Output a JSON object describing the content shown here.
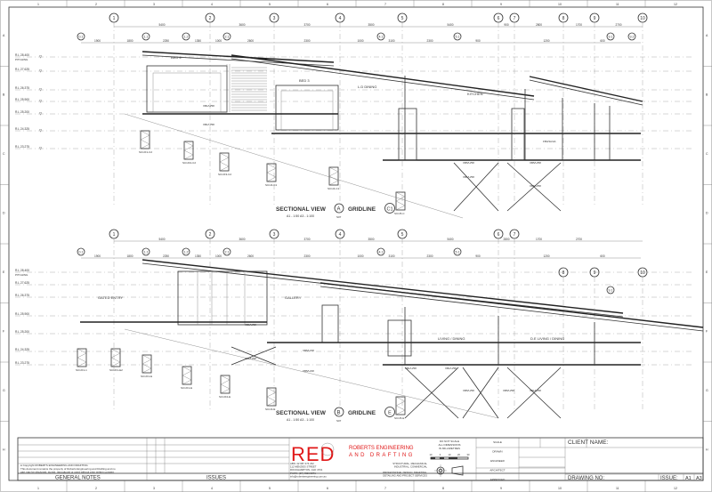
{
  "sheet": {
    "col_refs": [
      "1",
      "2",
      "3",
      "4",
      "5",
      "6",
      "7",
      "8",
      "9",
      "10",
      "11",
      "12"
    ],
    "row_refs": [
      "A",
      "B",
      "C",
      "D",
      "E",
      "F",
      "G",
      "H"
    ]
  },
  "levels": [
    {
      "label": "R.L 28.400",
      "sub": "PITCHING"
    },
    {
      "label": "R.L 27.625",
      "sub": ""
    },
    {
      "label": "R.L 26.375",
      "sub": ""
    },
    {
      "label": "R.L 25.900",
      "sub": ""
    },
    {
      "label": "R.L 25.200",
      "sub": ""
    },
    {
      "label": "R.L 24.325",
      "sub": ""
    },
    {
      "label": "R.L 23.275",
      "sub": ""
    }
  ],
  "section_a": {
    "title": "SECTIONAL VIEW",
    "view": "A",
    "gridline_label": "GRIDLINE",
    "gridline": "C1",
    "scale": "A1 - 1:50   A3 - 1:100",
    "sheet_ref": "S07",
    "grids": [
      "1",
      "2",
      "3",
      "4",
      "5",
      "6",
      "7",
      "8",
      "9",
      "10"
    ],
    "sub_grids": [
      "0.1",
      "1.1",
      "1.2",
      "2.1",
      "4.1",
      "5.1",
      "9.1",
      "9.2"
    ],
    "dims": [
      "5400",
      "3600",
      "3700",
      "3500",
      "5400",
      "900",
      "2800",
      "1700",
      "2700"
    ],
    "sub_dims": [
      "1900",
      "1800",
      "2250",
      "1350",
      "1000",
      "2600",
      "2300",
      "1000",
      "3100",
      "2300",
      "900",
      "1200",
      "600"
    ],
    "rooms": [
      "BED 4",
      "BED 3",
      "L.D DINING",
      "KITCHEN"
    ],
    "members": [
      "XB1/U/58",
      "XB1/U/58",
      "XB5/U/58",
      "XB1/U/58",
      "XB5/U/58",
      "XB5/U/58",
      "FB4/3A/4A"
    ],
    "piers": [
      "SC1/F1-C2",
      "SC1/F2-C2",
      "SC1/F3-C2",
      "SC1/4-C1",
      "SC1/4-C1",
      "SC1/5-C"
    ]
  },
  "section_b": {
    "title": "SECTIONAL VIEW",
    "view": "B",
    "gridline_label": "GRIDLINE",
    "gridline": "E",
    "scale": "A1 - 1:50   A3 - 1:100",
    "sheet_ref": "S07",
    "grids": [
      "1",
      "2",
      "3",
      "4",
      "5",
      "6",
      "7",
      "8",
      "9",
      "10"
    ],
    "sub_grids": [
      "0.1",
      "1.1",
      "1.2",
      "2.1",
      "4.1",
      "5.1",
      "9.1"
    ],
    "dims": [
      "5400",
      "3600",
      "3700",
      "3500",
      "5400",
      "2800",
      "1700",
      "2700"
    ],
    "sub_dims": [
      "1900",
      "1800",
      "2250",
      "1350",
      "1000",
      "2600",
      "2300",
      "1000",
      "3100",
      "2300",
      "900",
      "1200",
      "600"
    ],
    "rooms": [
      "GATED ENTRY",
      "GALLERY",
      "LIVING / DINING",
      "D.E LIVING / DINING"
    ],
    "members": [
      "XB1/U/58",
      "XB1/U/58",
      "XB5/U/28",
      "XB5/U/28",
      "XB1/U/58",
      "XB1/U/58",
      "XB5/U/58",
      "XB5/U/58",
      "XB1/U/58"
    ],
    "piers": [
      "SC1/F1-1",
      "SC1/F1-E2",
      "SC1/F1-E",
      "SC1/F1-E",
      "SC1/F2-E",
      "SC1/3-E",
      "SC1/5-E"
    ]
  },
  "title_block": {
    "copyright_line1": "● Copyright ROBERTS ENGINEERING AND DRAFTING",
    "copyright_line2": "This document remains the property of Roberts Engineering and Drafting and no",
    "copyright_line3": "part may be disclosed, stored, reproduced or used without prior written consent",
    "general_notes": "GENERAL NOTES",
    "issues": "ISSUES",
    "logo_text": "RED",
    "company_line1": "ROBERTS ENGINEERING",
    "company_line2": "AND DRAFTING",
    "address": [
      "ABN: 42 687 474 232",
      "112 MENZIES STREET",
      "ROCKHAMPTON, QLD 4701",
      "PH/FX: (07) 4926 5871",
      "info@robertsengineering.com.au"
    ],
    "services1": [
      "STRUCTURAL, MECHANICAL",
      "INDUSTRIAL, COMMERCIAL"
    ],
    "services2": [
      "PROFESSIONAL DESIGN, DRAFTING,",
      "DETAILING AND PROJECT SERVICES"
    ],
    "scale_note": [
      "DO NOT SCALE",
      "ALL DIMENSIONS",
      "IN MILLIMETRES"
    ],
    "scale_ticks": [
      "10",
      "0",
      "10",
      "20",
      "30"
    ],
    "fields": [
      "SCALE",
      "DRAWN",
      "ENGINEER",
      "ARCHITECT",
      "APPROVED"
    ],
    "client_name": "CLIENT NAME:",
    "drawing_no": "DRAWING NO:",
    "issue": "ISSUE:",
    "a1": "A1",
    "a3": "A3"
  },
  "colors": {
    "brand_red": "#e01818",
    "line": "#333333"
  }
}
